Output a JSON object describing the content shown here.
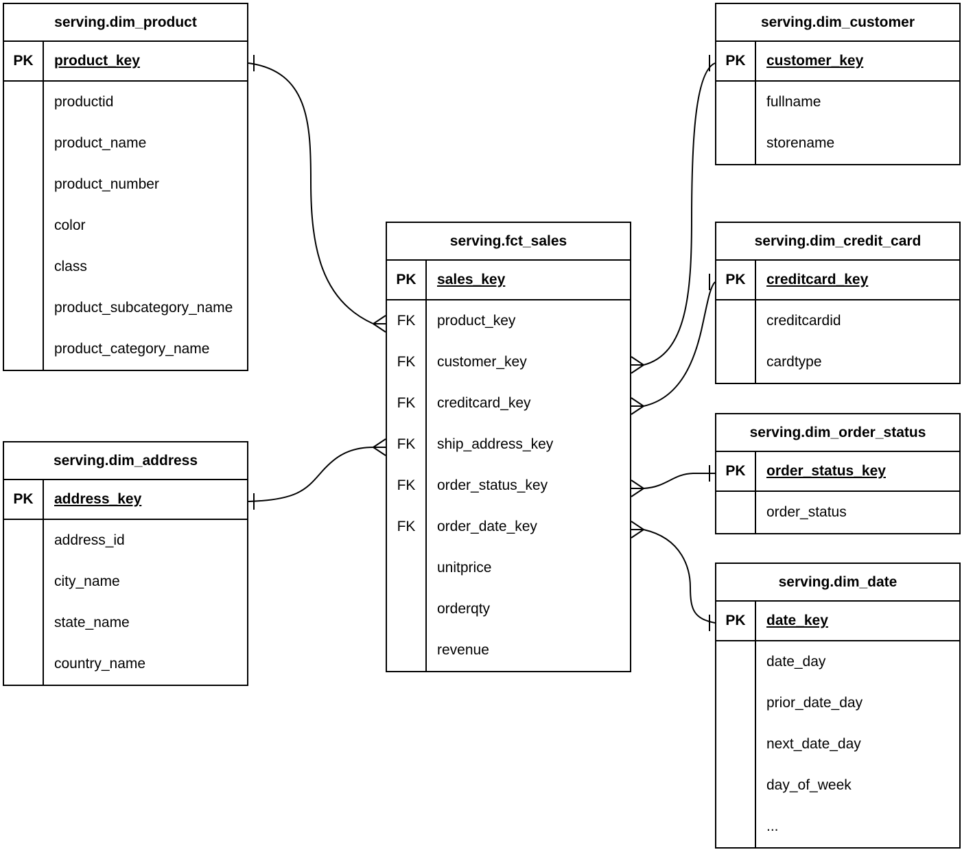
{
  "diagram_type": "entity-relationship-diagram",
  "colors": {
    "line": "#000000",
    "text": "#000000",
    "table_background": "#ffffff",
    "canvas_background": "#ffffff"
  },
  "tables": {
    "dim_product": {
      "title": "serving.dim_product",
      "pk": {
        "label": "PK",
        "field": "product_key"
      },
      "fields": [
        {
          "key": "",
          "name": "productid"
        },
        {
          "key": "",
          "name": "product_name"
        },
        {
          "key": "",
          "name": "product_number"
        },
        {
          "key": "",
          "name": "color"
        },
        {
          "key": "",
          "name": "class"
        },
        {
          "key": "",
          "name": "product_subcategory_name"
        },
        {
          "key": "",
          "name": "product_category_name"
        }
      ]
    },
    "dim_customer": {
      "title": "serving.dim_customer",
      "pk": {
        "label": "PK",
        "field": "customer_key"
      },
      "fields": [
        {
          "key": "",
          "name": "fullname"
        },
        {
          "key": "",
          "name": "storename"
        }
      ]
    },
    "fct_sales": {
      "title": "serving.fct_sales",
      "pk": {
        "label": "PK",
        "field": "sales_key"
      },
      "fields": [
        {
          "key": "FK",
          "name": "product_key"
        },
        {
          "key": "FK",
          "name": "customer_key"
        },
        {
          "key": "FK",
          "name": "creditcard_key"
        },
        {
          "key": "FK",
          "name": "ship_address_key"
        },
        {
          "key": "FK",
          "name": "order_status_key"
        },
        {
          "key": "FK",
          "name": "order_date_key"
        },
        {
          "key": "",
          "name": "unitprice"
        },
        {
          "key": "",
          "name": "orderqty"
        },
        {
          "key": "",
          "name": "revenue"
        }
      ]
    },
    "dim_credit_card": {
      "title": "serving.dim_credit_card",
      "pk": {
        "label": "PK",
        "field": "creditcard_key"
      },
      "fields": [
        {
          "key": "",
          "name": "creditcardid"
        },
        {
          "key": "",
          "name": "cardtype"
        }
      ]
    },
    "dim_order_status": {
      "title": "serving.dim_order_status",
      "pk": {
        "label": "PK",
        "field": "order_status_key"
      },
      "fields": [
        {
          "key": "",
          "name": "order_status"
        }
      ]
    },
    "dim_date": {
      "title": "serving.dim_date",
      "pk": {
        "label": "PK",
        "field": "date_key"
      },
      "fields": [
        {
          "key": "",
          "name": "date_day"
        },
        {
          "key": "",
          "name": "prior_date_day"
        },
        {
          "key": "",
          "name": "next_date_day"
        },
        {
          "key": "",
          "name": "day_of_week"
        },
        {
          "key": "",
          "name": "..."
        }
      ]
    },
    "dim_address": {
      "title": "serving.dim_address",
      "pk": {
        "label": "PK",
        "field": "address_key"
      },
      "fields": [
        {
          "key": "",
          "name": "address_id"
        },
        {
          "key": "",
          "name": "city_name"
        },
        {
          "key": "",
          "name": "state_name"
        },
        {
          "key": "",
          "name": "country_name"
        }
      ]
    }
  },
  "relationships": [
    {
      "from_table": "serving.dim_product",
      "from_field": "product_key",
      "from_cardinality": "one",
      "to_table": "serving.fct_sales",
      "to_field": "product_key",
      "to_cardinality": "many"
    },
    {
      "from_table": "serving.dim_address",
      "from_field": "address_key",
      "from_cardinality": "one",
      "to_table": "serving.fct_sales",
      "to_field": "ship_address_key",
      "to_cardinality": "many"
    },
    {
      "from_table": "serving.dim_customer",
      "from_field": "customer_key",
      "from_cardinality": "one",
      "to_table": "serving.fct_sales",
      "to_field": "customer_key",
      "to_cardinality": "many"
    },
    {
      "from_table": "serving.dim_credit_card",
      "from_field": "creditcard_key",
      "from_cardinality": "one",
      "to_table": "serving.fct_sales",
      "to_field": "creditcard_key",
      "to_cardinality": "many"
    },
    {
      "from_table": "serving.dim_order_status",
      "from_field": "order_status_key",
      "from_cardinality": "one",
      "to_table": "serving.fct_sales",
      "to_field": "order_status_key",
      "to_cardinality": "many"
    },
    {
      "from_table": "serving.dim_date",
      "from_field": "date_key",
      "from_cardinality": "one",
      "to_table": "serving.fct_sales",
      "to_field": "order_date_key",
      "to_cardinality": "many"
    }
  ]
}
